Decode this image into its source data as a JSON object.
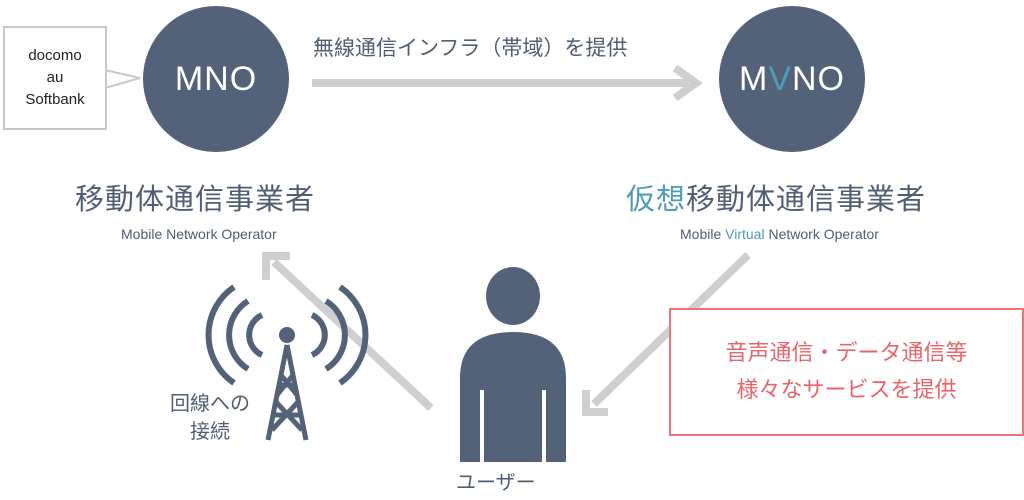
{
  "mno": {
    "circle_label": "MNO",
    "title": "移動体通信事業者",
    "subtitle": "Mobile Network Operator"
  },
  "mvno": {
    "circle_label_pre": "M",
    "circle_label_accent": "V",
    "circle_label_post": "NO",
    "title_accent": "仮想",
    "title_rest": "移動体通信事業者",
    "subtitle_pre": "Mobile ",
    "subtitle_accent": "Virtual",
    "subtitle_post": " Network Operator"
  },
  "carriers": [
    "docomo",
    "au",
    "Softbank"
  ],
  "infra_label": "無線通信インフラ（帯域）を提供",
  "connection_label": [
    "回線への",
    "接続"
  ],
  "user_label": "ユーザー",
  "service_note": [
    "音声通信・データ通信等",
    "様々なサービスを提供"
  ],
  "colors": {
    "circle": "#536179",
    "accent": "#4f9bb8",
    "arrow": "#cfcfcf",
    "note": "#e8656a",
    "text": "#4f5e73"
  }
}
